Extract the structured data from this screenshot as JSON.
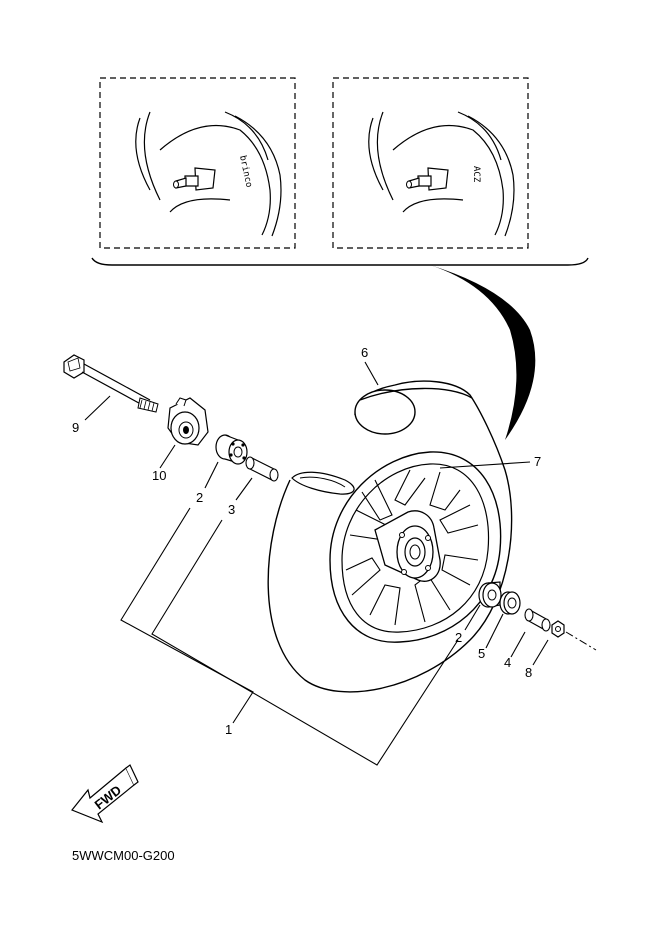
{
  "diagram": {
    "code": "5WWCM00-G200",
    "fwd_label": "FWD",
    "inset_left_tire_text": "brinco",
    "inset_right_tire_text": "ACZ",
    "callouts": {
      "c1": "1",
      "c2a": "2",
      "c2b": "2",
      "c3": "3",
      "c4": "4",
      "c5": "5",
      "c6": "6",
      "c7": "7",
      "c8": "8",
      "c9": "9",
      "c10": "10"
    }
  }
}
